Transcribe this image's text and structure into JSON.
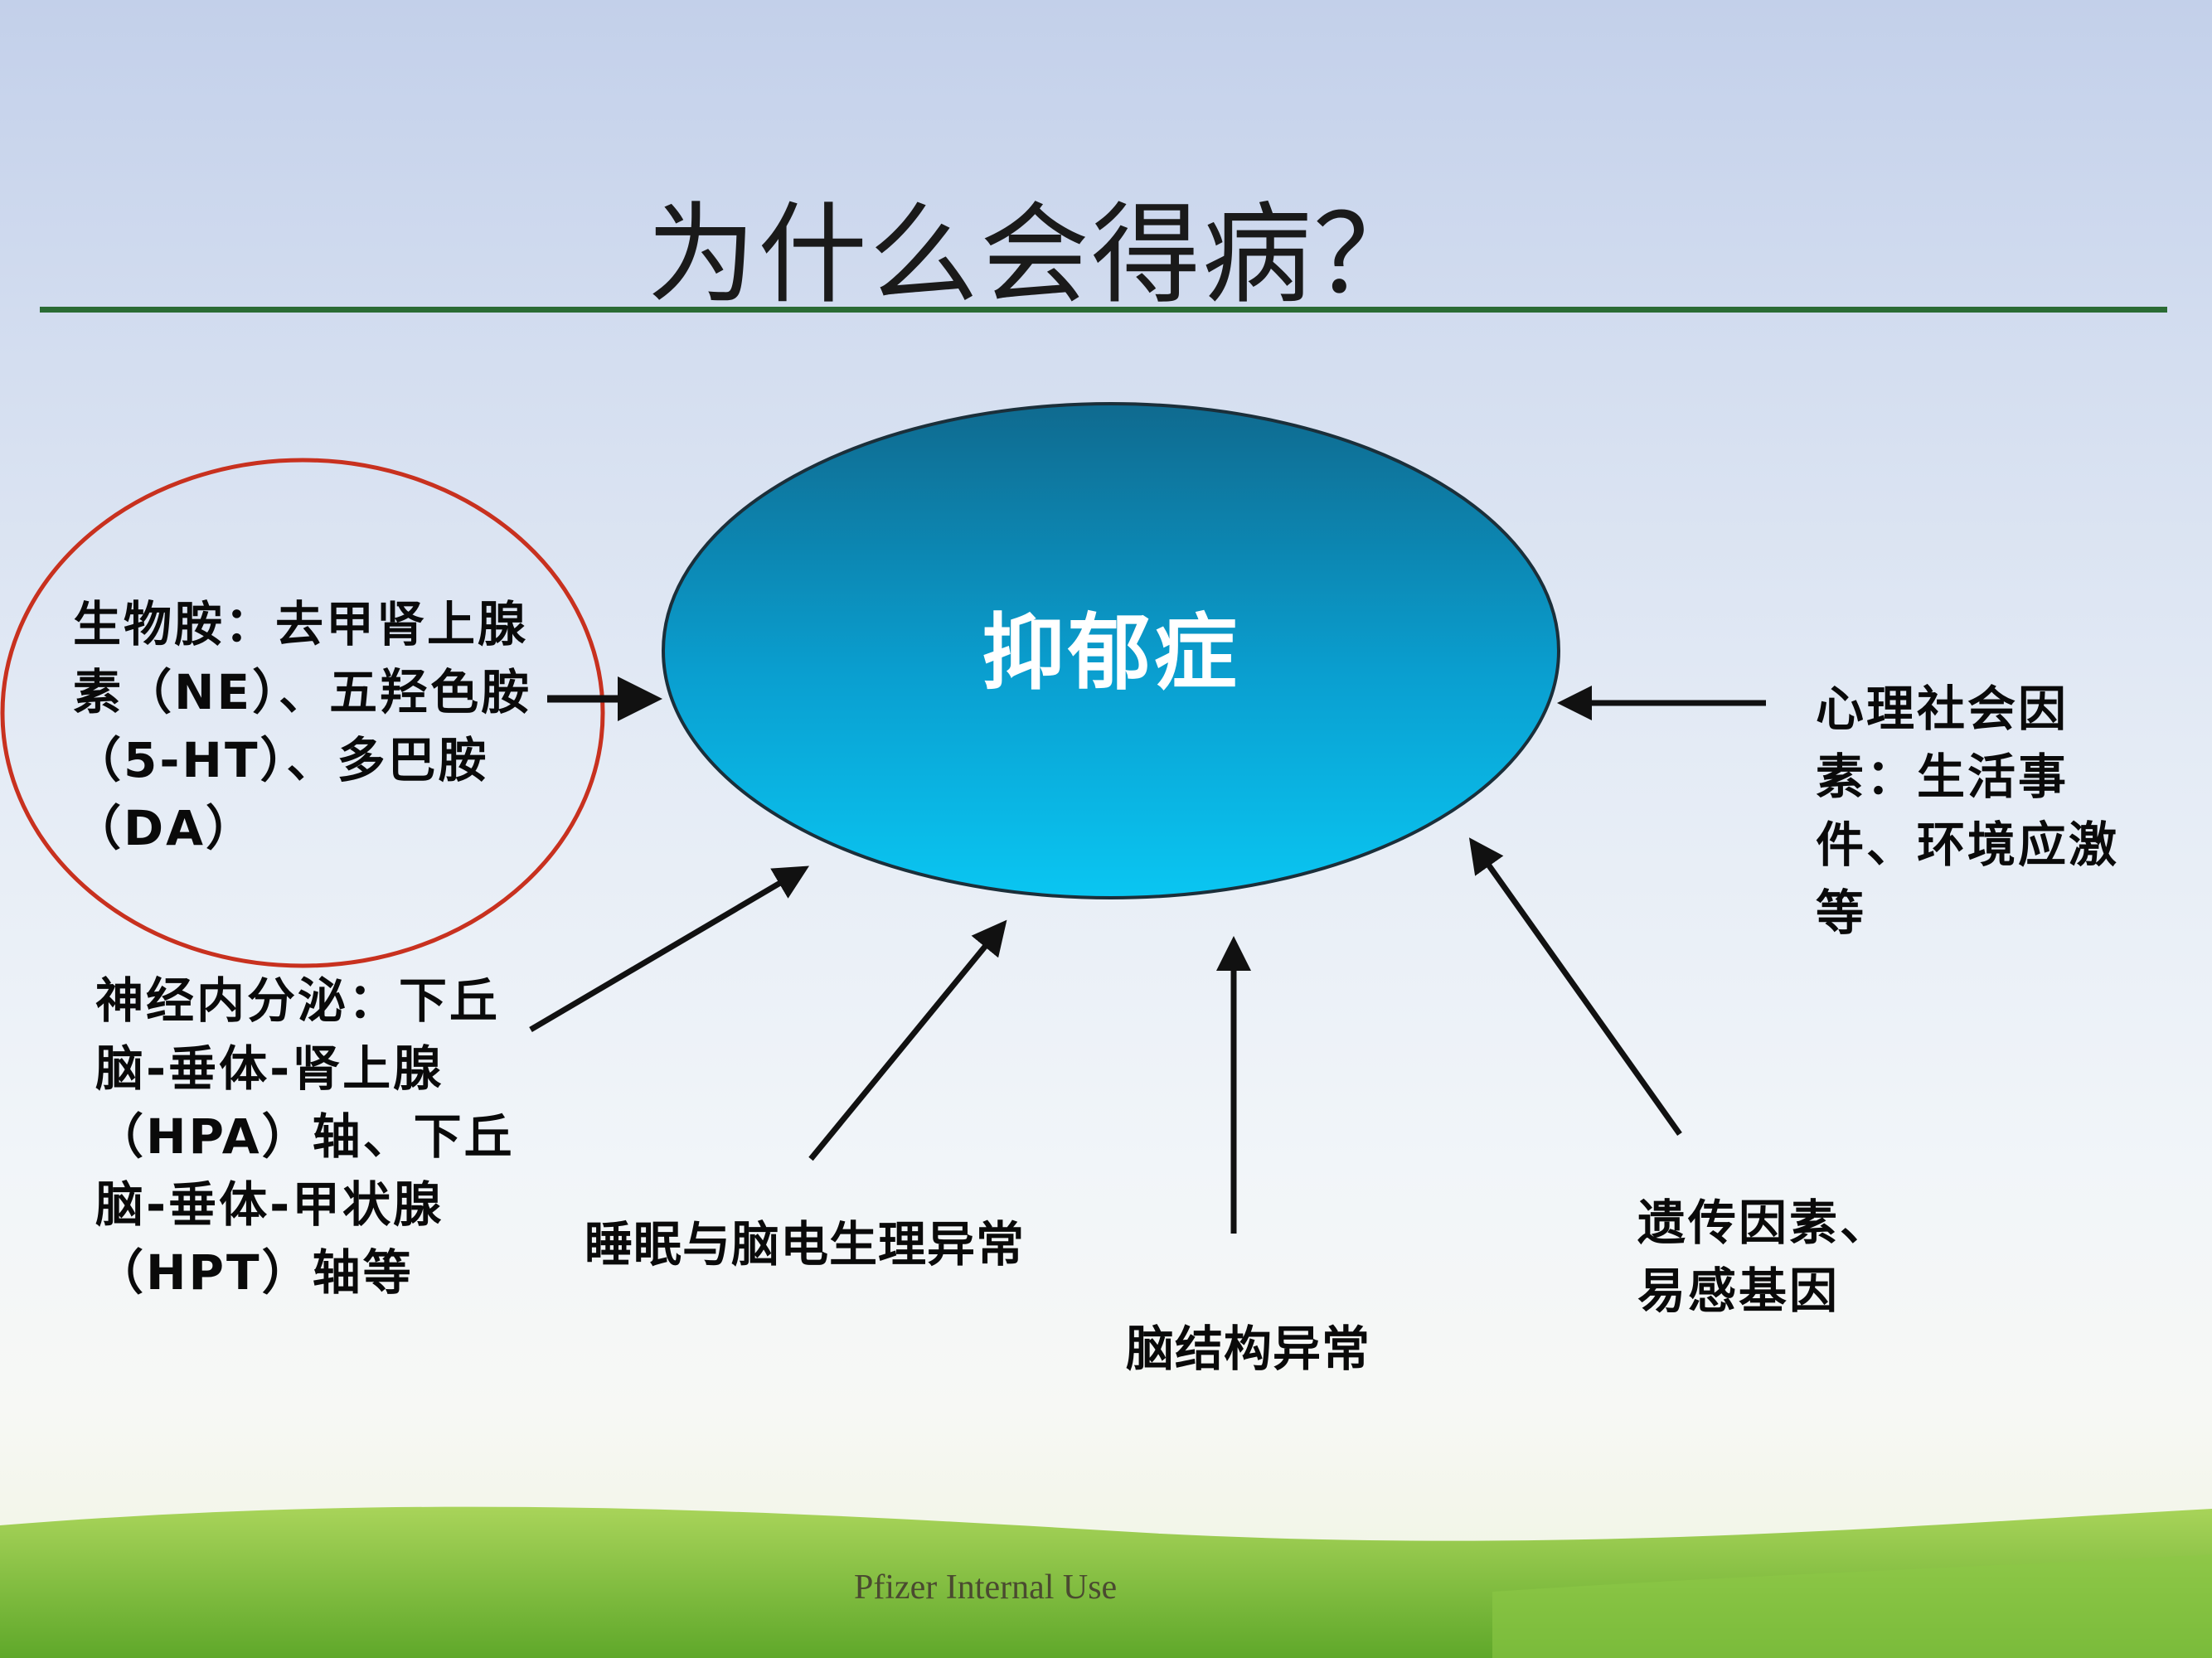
{
  "slide": {
    "title": "为什么会得病？",
    "center": "抑郁症",
    "factors": {
      "biogenic_amines": "生物胺：去甲肾上腺素（NE）、五羟色胺（5-HT）、多巴胺（DA）",
      "neuroendocrine": "神经内分泌：下丘脑-垂体-肾上腺（HPA）轴、下丘脑-垂体-甲状腺（HPT）轴等",
      "sleep_eeg": "睡眠与脑电生理异常",
      "brain_structure": "脑结构异常",
      "genetic": "遗传因素、易感基因",
      "psychosocial": "心理社会因素：生活事件、环境应激等"
    },
    "footer": "Pfizer Internal Use"
  },
  "colors": {
    "ellipse_top": "#0f6a8f",
    "ellipse_bottom": "#0ac6f2",
    "highlight_ring": "#c8311f",
    "title_rule": "#2a6b34",
    "grass": "#7fbf3a"
  }
}
